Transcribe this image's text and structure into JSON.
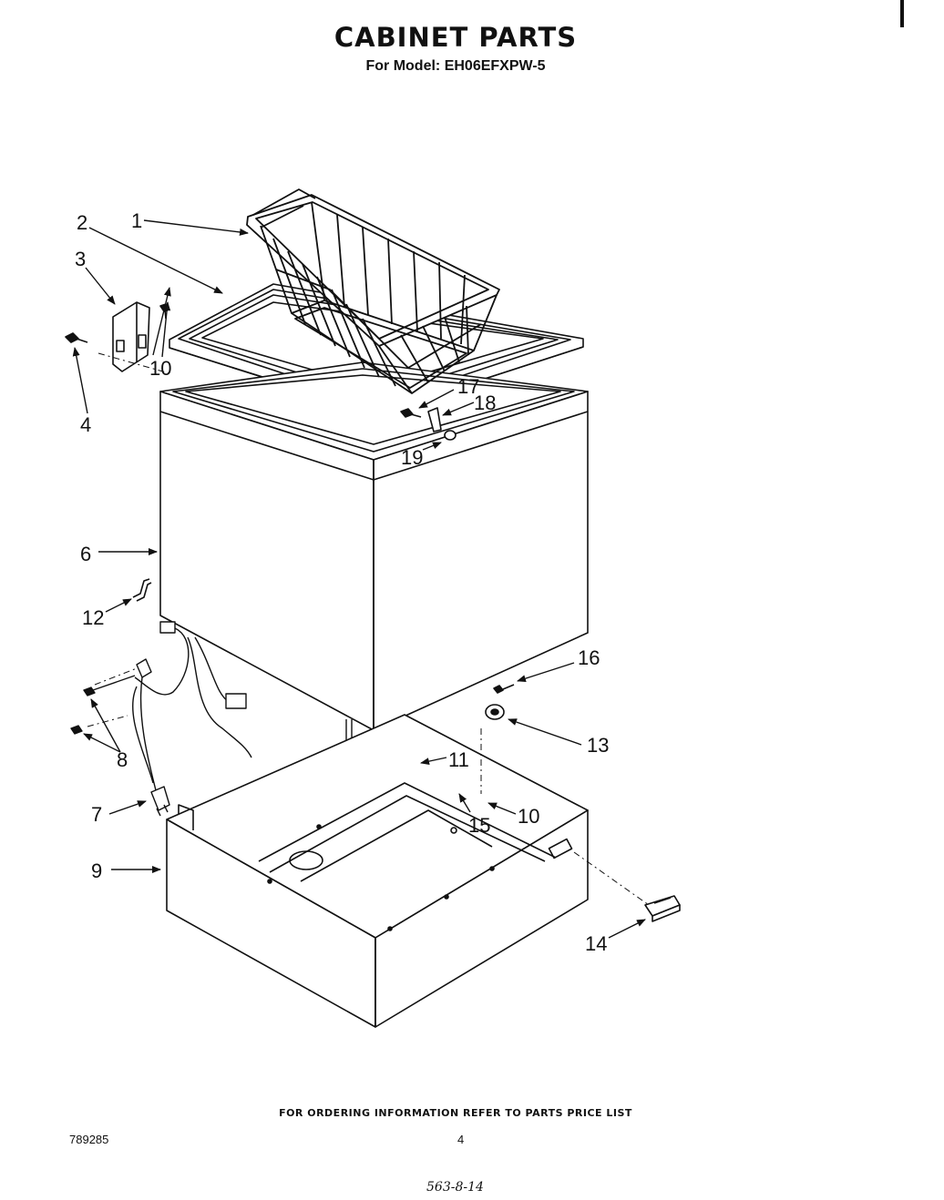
{
  "header": {
    "title": "CABINET PARTS",
    "subtitle": "For Model: EH06EFXPW-5"
  },
  "callouts": [
    "1",
    "2",
    "3",
    "4",
    "6",
    "12",
    "8",
    "7",
    "9",
    "10",
    "17",
    "18",
    "19",
    "16",
    "13",
    "11",
    "10",
    "15",
    "14"
  ],
  "footer": {
    "ordering_note": "FOR ORDERING INFORMATION REFER TO PARTS PRICE LIST",
    "document_number": "789285",
    "page_number": "4",
    "handwritten_code": "563-8-14"
  }
}
